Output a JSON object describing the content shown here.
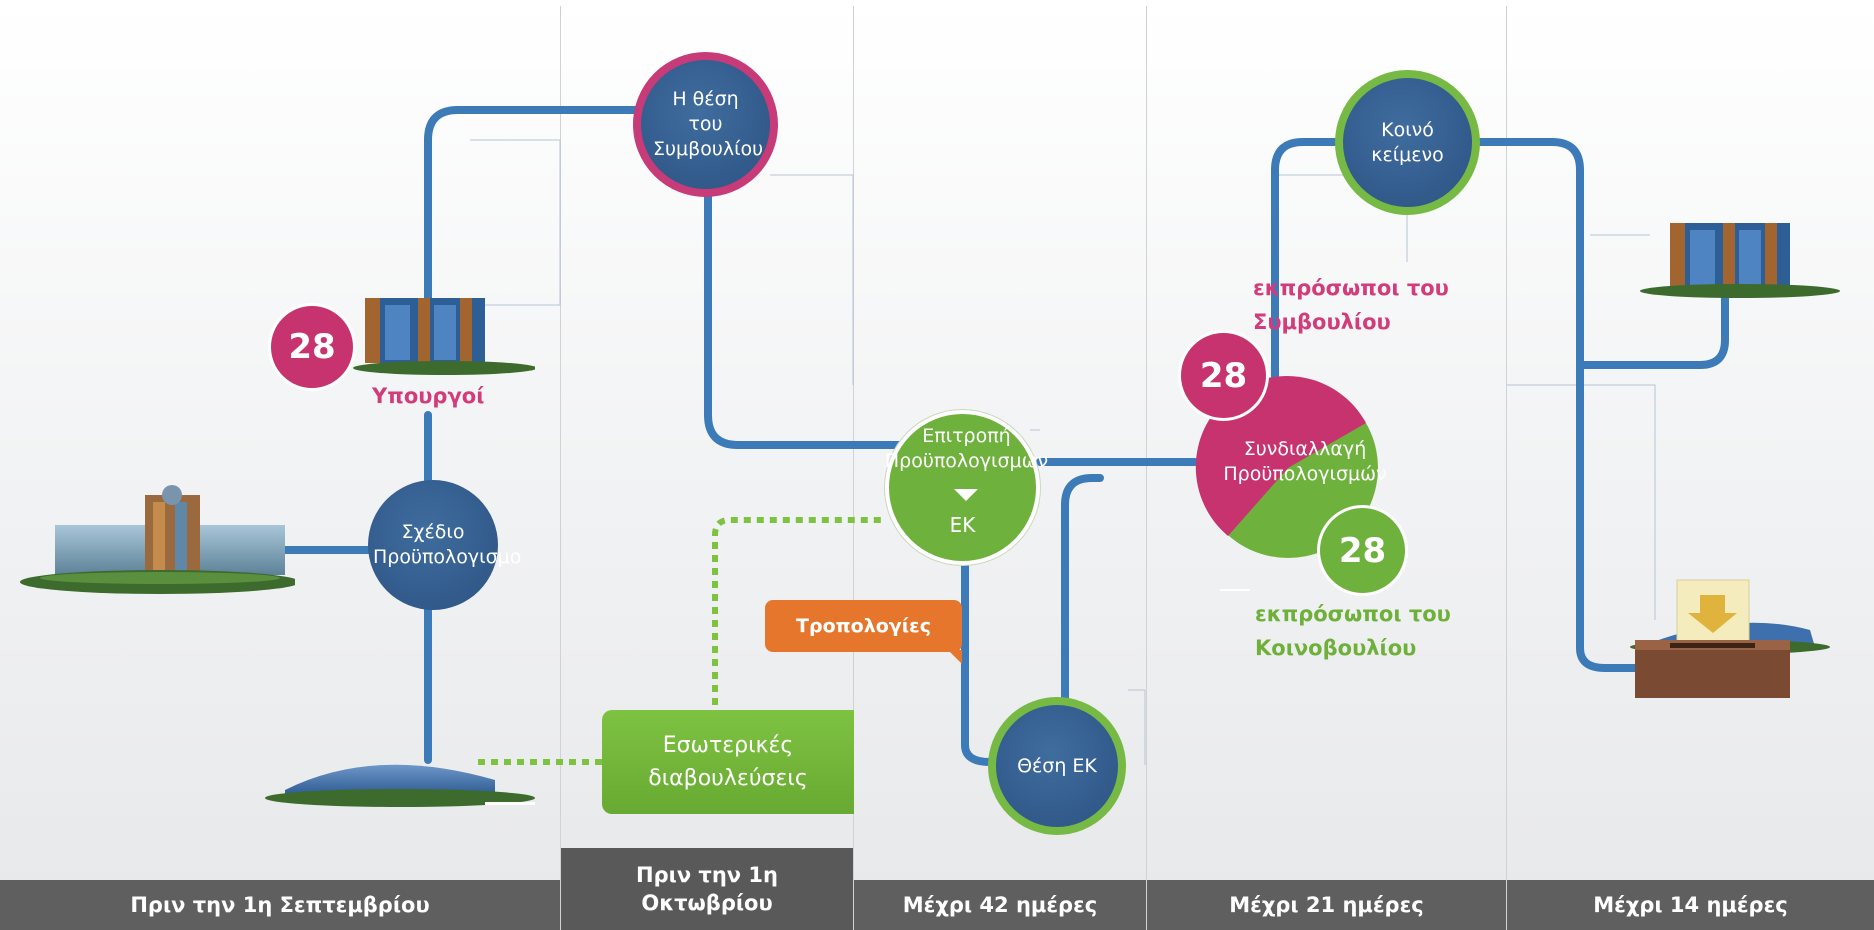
{
  "columns": [
    {
      "label": "Πριν την 1η Σεπτεμβρίου"
    },
    {
      "label": "Πριν την 1η Οκτωβρίου"
    },
    {
      "label": "Μέχρι 42 ημέρες"
    },
    {
      "label": "Μέχρι 21 ημέρες"
    },
    {
      "label": "Μέχρι 14 ημέρες"
    }
  ],
  "nodes": {
    "draft_budget": "Σχέδιο Προϋπολογισμο",
    "council_position": "Η θέση του Συμβουλίου",
    "budget_committee": "Επιτροπή Προϋπολογισμών",
    "ep": "ΕΚ",
    "ep_position": "Θέση ΕΚ",
    "conciliation": "Συνδιαλλαγή Προϋπολογισμών",
    "joint_text": "Κοινό κείμενο",
    "internal_consultations": "Εσωτερικές διαβουλεύσεις",
    "amendments": "Τροπολογίες"
  },
  "badges": {
    "ministers": "28",
    "council_reps": "28",
    "parliament_reps": "28"
  },
  "labels": {
    "ministers": "Υπουργοί",
    "council_reps": "εκπρόσωποι του Συμβουλίου",
    "parliament_reps": "εκπρόσωποι του Κοινοβουλίου"
  },
  "colors": {
    "line_blue": "#3c7ab8",
    "dotted_green": "#7ec242",
    "pink": "#c7336f",
    "green": "#6eb23d",
    "orange": "#e5762c",
    "footer": "#5f5f5f"
  }
}
